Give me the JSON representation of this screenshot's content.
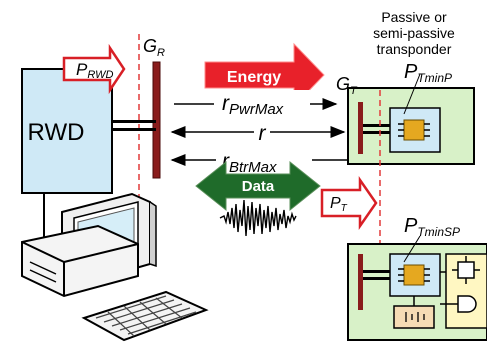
{
  "transponder_heading": {
    "line1": "Passive or",
    "line2": "semi-passive",
    "line3": "transponder"
  },
  "rwd": {
    "label": "RWD"
  },
  "labels": {
    "p_rwd": {
      "main": "P",
      "sub": "RWD"
    },
    "g_r": {
      "main": "G",
      "sub": "R"
    },
    "g_t": {
      "main": "G",
      "sub": "T"
    },
    "p_t": {
      "main": "P",
      "sub": "T"
    },
    "p_tminp": {
      "main": "P",
      "sub": "TminP"
    },
    "p_tminsp": {
      "main": "P",
      "sub": "TminSP"
    },
    "r_pwrmax": {
      "main": "r",
      "sub": "PwrMax"
    },
    "r": {
      "main": "r"
    },
    "r_btrmax": {
      "main": "r",
      "sub": "BtrMax"
    }
  },
  "arrows": {
    "energy": {
      "label": "Energy",
      "color": "#e8212a"
    },
    "data": {
      "label": "Data",
      "color": "#1f6b2a"
    }
  },
  "colors": {
    "rwd_fill": "#cfe9f6",
    "transponder_fill": "#d8f1c8",
    "chip_fill": "#cfe9f6",
    "antenna": "#8a1c1c",
    "dash": "#e23a3a",
    "chip_core": "#e5a820",
    "battery": "#f6dcb5",
    "circuit_block": "#fff7c2"
  },
  "icons": [
    "computer-tower-icon",
    "monitor-icon",
    "keyboard-icon",
    "antenna-icon",
    "chip-icon",
    "battery-icon",
    "sensor-icon",
    "waveform-icon"
  ]
}
